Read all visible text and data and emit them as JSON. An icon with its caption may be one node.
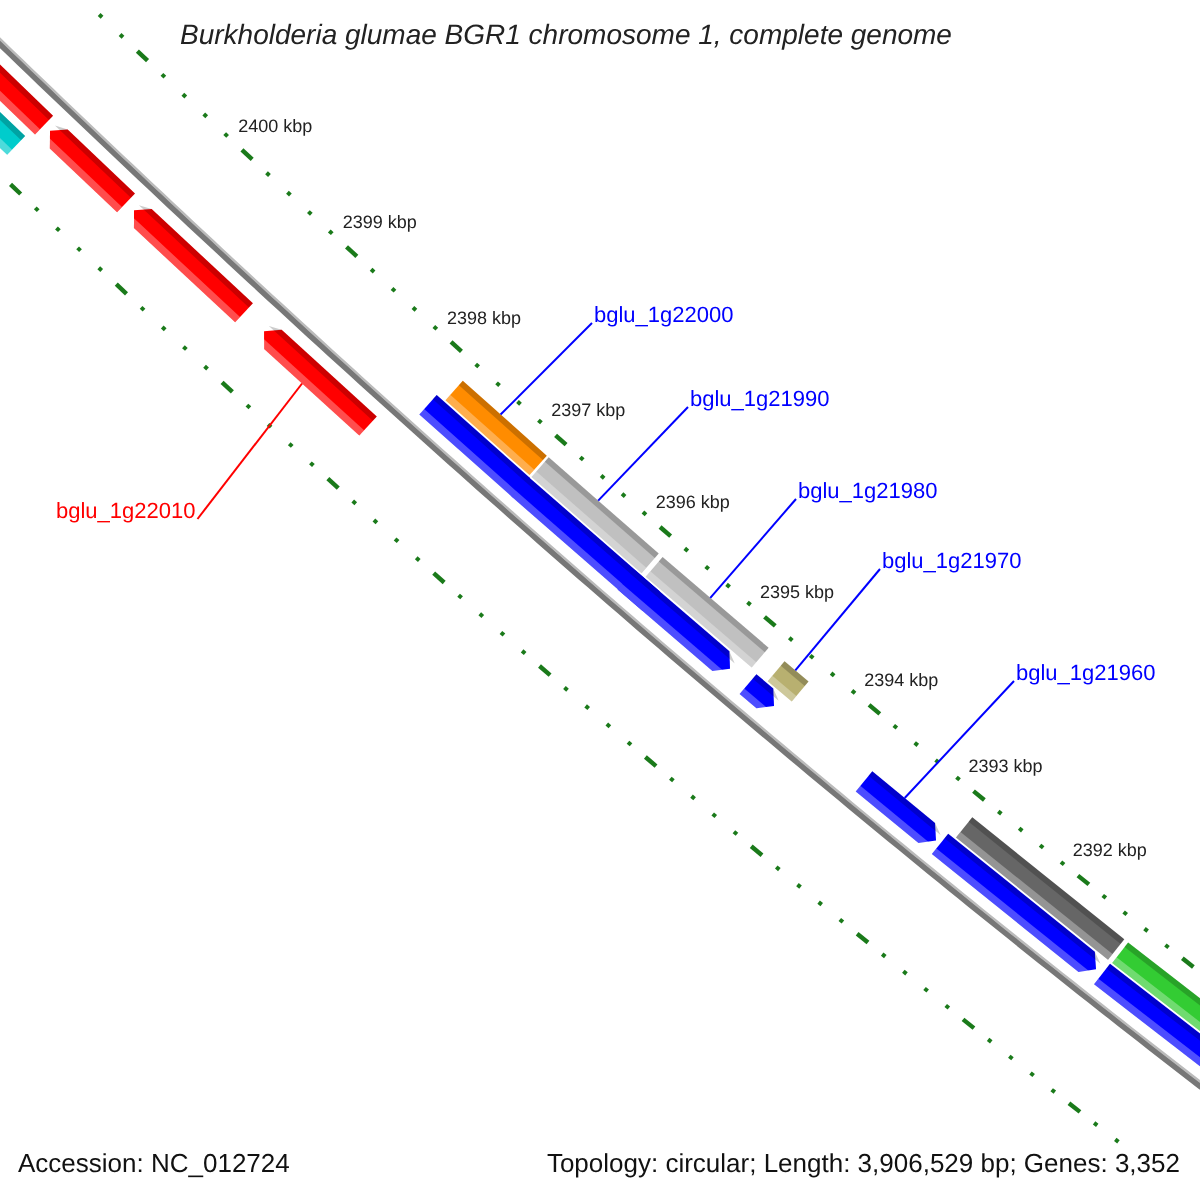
{
  "diagram": {
    "title": "Burkholderia glumae BGR1 chromosome 1, complete genome",
    "nodes": [
      {
        "text": [
          "bglu_1g22010"
        ]
      },
      {
        "text": [
          "bglu_1g22000"
        ]
      },
      {
        "text": [
          "bglu_1g21990"
        ]
      },
      {
        "text": [
          "bglu_1g21980"
        ]
      },
      {
        "text": [
          "bglu_1g21970"
        ]
      },
      {
        "text": [
          "bglu_1g21960"
        ]
      },
      {
        "text": [],
        "shape": "bar"
      },
      {
        "text": [],
        "shape": "bar"
      },
      {
        "text": [],
        "shape": "bar"
      },
      {
        "text": [],
        "shape": "bar"
      },
      {
        "text": [],
        "shape": "bar"
      },
      {
        "text": [],
        "shape": "bar"
      },
      {
        "text": [],
        "shape": "bar"
      },
      {
        "text": [],
        "shape": "bar"
      },
      {
        "text": [],
        "shape": "bar"
      },
      {
        "text": [],
        "shape": "bar"
      },
      {
        "text": [],
        "shape": "bar"
      },
      {
        "text": [],
        "shape": "bar"
      },
      {
        "text": [],
        "shape": "bar"
      },
      {
        "text": [],
        "shape": "bar"
      },
      {
        "text": [],
        "shape": "bar"
      },
      {
        "text": [],
        "shape": "bar"
      },
      {
        "text": [],
        "shape": "bar"
      },
      {
        "text": [],
        "shape": "bar"
      }
    ],
    "edges": [
      {
        "from": 0,
        "to": 10,
        "arrow": "none",
        "color": "#ff0000"
      },
      {
        "from": 1,
        "to": 12,
        "arrow": "none"
      },
      {
        "from": 2,
        "to": 14,
        "arrow": "none"
      },
      {
        "from": 3,
        "to": 16,
        "arrow": "none"
      },
      {
        "from": 4,
        "to": 18,
        "arrow": "none"
      },
      {
        "from": 5,
        "to": 19,
        "arrow": "none"
      }
    ],
    "labels": [
      "2400 kbp",
      "2399 kbp",
      "2398 kbp",
      "2397 kbp",
      "2396 kbp",
      "2395 kbp",
      "2394 kbp",
      "2393 kbp",
      "2392 kbp",
      "Accession: NC_012724",
      "Topology: circular; Length: 3,906,529 bp; Genes: 3,352"
    ]
  }
}
